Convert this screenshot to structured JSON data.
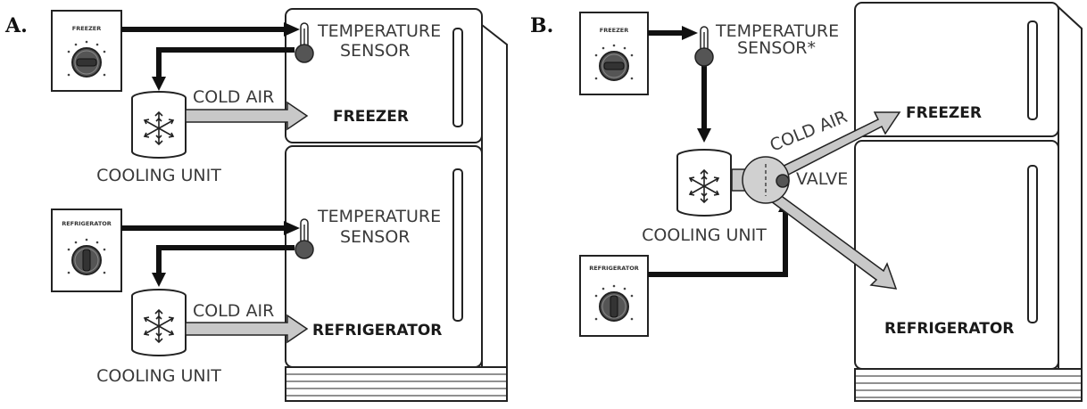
{
  "panels": {
    "a": {
      "label": "A.",
      "freezer_dial_label": "FREEZER",
      "fridge_dial_label": "REFRIGERATOR",
      "sensor_top_line1": "TEMPERATURE",
      "sensor_top_line2": "SENSOR",
      "sensor_bottom_line1": "TEMPERATURE",
      "sensor_bottom_line2": "SENSOR",
      "cold_air_top": "COLD AIR",
      "cold_air_bottom": "COLD AIR",
      "cooling_unit_top": "COOLING UNIT",
      "cooling_unit_bottom": "COOLING UNIT",
      "compartment_top": "FREEZER",
      "compartment_bottom": "REFRIGERATOR"
    },
    "b": {
      "label": "B.",
      "freezer_dial_label": "FREEZER",
      "fridge_dial_label": "REFRIGERATOR",
      "sensor_line1": "TEMPERATURE",
      "sensor_line2": "SENSOR*",
      "cold_air": "COLD AIR",
      "valve": "VALVE",
      "cooling_unit": "COOLING UNIT",
      "compartment_top": "FREEZER",
      "compartment_bottom": "REFRIGERATOR"
    }
  }
}
